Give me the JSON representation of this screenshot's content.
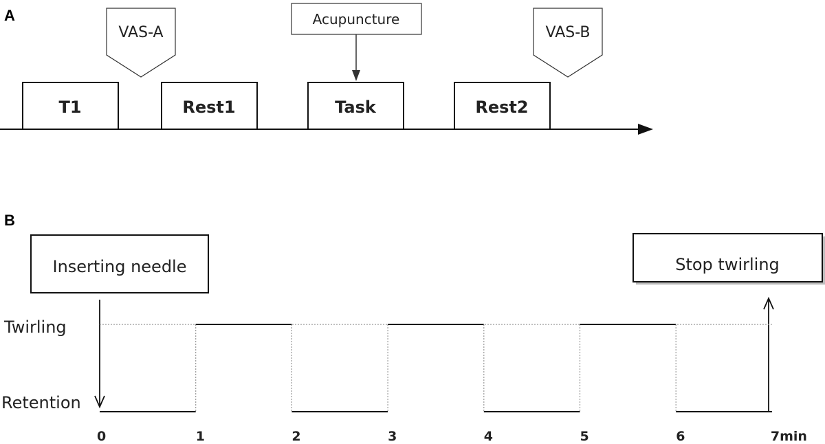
{
  "panel_a": {
    "letter": "A",
    "stages": [
      "T1",
      "Rest1",
      "Task",
      "Rest2"
    ],
    "markers": {
      "vas_a": "VAS-A",
      "acupuncture": "Acupuncture",
      "vas_b": "VAS-B"
    }
  },
  "panel_b": {
    "letter": "B",
    "start_box": "Inserting needle",
    "end_box": "Stop twirling",
    "levels": {
      "high": "Twirling",
      "low": "Retention"
    },
    "ticks": [
      "0",
      "1",
      "2",
      "3",
      "4",
      "5",
      "6",
      "7min"
    ],
    "sequence": [
      {
        "minute_start": 0,
        "minute_end": 1,
        "state": "Retention"
      },
      {
        "minute_start": 1,
        "minute_end": 2,
        "state": "Twirling"
      },
      {
        "minute_start": 2,
        "minute_end": 3,
        "state": "Retention"
      },
      {
        "minute_start": 3,
        "minute_end": 4,
        "state": "Twirling"
      },
      {
        "minute_start": 4,
        "minute_end": 5,
        "state": "Retention"
      },
      {
        "minute_start": 5,
        "minute_end": 6,
        "state": "Twirling"
      },
      {
        "minute_start": 6,
        "minute_end": 7,
        "state": "Retention"
      }
    ]
  }
}
